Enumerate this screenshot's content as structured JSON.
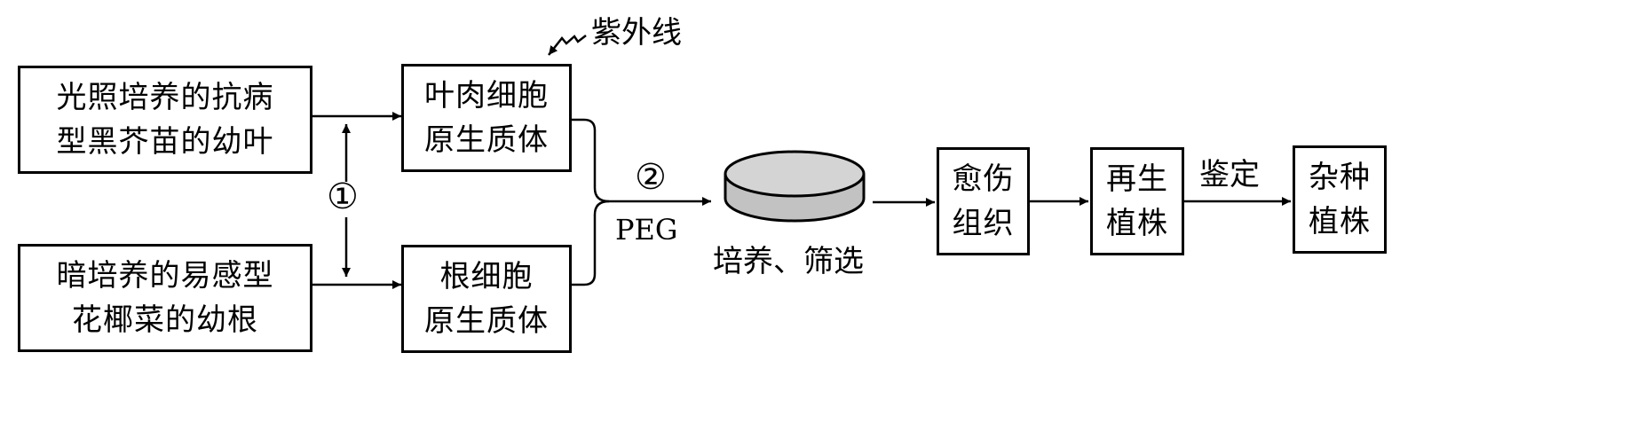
{
  "nodes": {
    "leaf_source": {
      "lines": [
        "光照培养的抗病",
        "型黑芥苗的幼叶"
      ]
    },
    "root_source": {
      "lines": [
        "暗培养的易感型",
        "花椰菜的幼根"
      ]
    },
    "leaf_protoplast": {
      "lines": [
        "叶肉细胞",
        "原生质体"
      ]
    },
    "root_protoplast": {
      "lines": [
        "根细胞",
        "原生质体"
      ]
    },
    "callus": {
      "lines": [
        "愈伤",
        "组织"
      ]
    },
    "regenerated": {
      "lines": [
        "再生",
        "植株"
      ]
    },
    "hybrid": {
      "lines": [
        "杂种",
        "植株"
      ]
    }
  },
  "labels": {
    "uv": "紫外线",
    "step1": "①",
    "step2": "②",
    "peg": "PEG",
    "culture": "培养、筛选",
    "identify": "鉴定"
  },
  "colors": {
    "stroke": "#000000",
    "dish_top": "#d4d4d4",
    "dish_side": "#c2c2c2"
  }
}
